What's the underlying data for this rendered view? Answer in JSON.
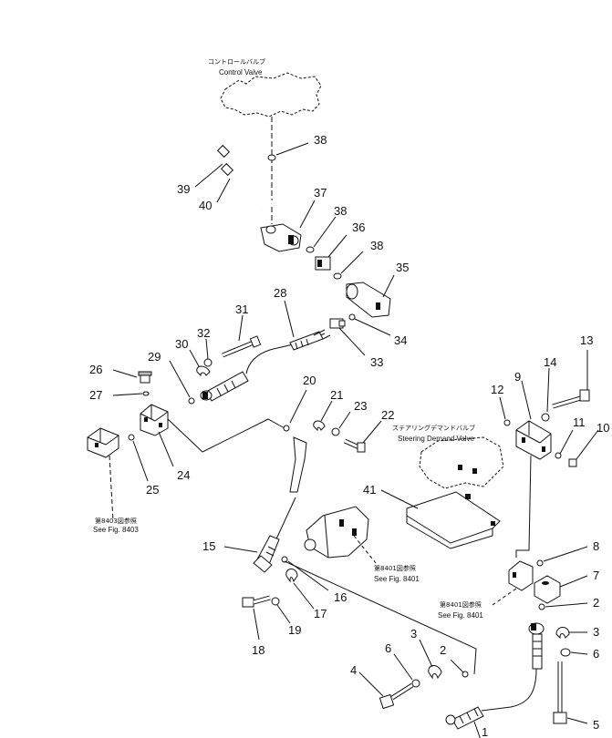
{
  "notes": {
    "control_valve_jp": "コントロールバルブ",
    "control_valve_en": "Control Valve",
    "steering_valve_jp": "ステアリングデマンドバルブ",
    "steering_valve_en": "Steering Demand Valve",
    "ref_8403_jp": "第8403図参照",
    "ref_8403_en": "See Fig. 8403",
    "ref_8401a_jp": "第8401図参照",
    "ref_8401a_en": "See Fig. 8401",
    "ref_8401b_jp": "第8401図参照",
    "ref_8401b_en": "See Fig. 8401"
  },
  "callouts": {
    "n1": "1",
    "n2a": "2",
    "n2b": "2",
    "n3a": "3",
    "n3b": "3",
    "n4": "4",
    "n5": "5",
    "n6a": "6",
    "n6b": "6",
    "n7": "7",
    "n8": "8",
    "n9": "9",
    "n10": "10",
    "n11": "11",
    "n12": "12",
    "n13": "13",
    "n14": "14",
    "n15": "15",
    "n16": "16",
    "n17": "17",
    "n18": "18",
    "n19": "19",
    "n20": "20",
    "n21": "21",
    "n22": "22",
    "n23": "23",
    "n24": "24",
    "n25": "25",
    "n26": "26",
    "n27": "27",
    "n28": "28",
    "n29": "29",
    "n30": "30",
    "n31": "31",
    "n32": "32",
    "n33": "33",
    "n34": "34",
    "n35": "35",
    "n36": "36",
    "n37": "37",
    "n38a": "38",
    "n38b": "38",
    "n38c": "38",
    "n39": "39",
    "n40": "40",
    "n41": "41"
  }
}
